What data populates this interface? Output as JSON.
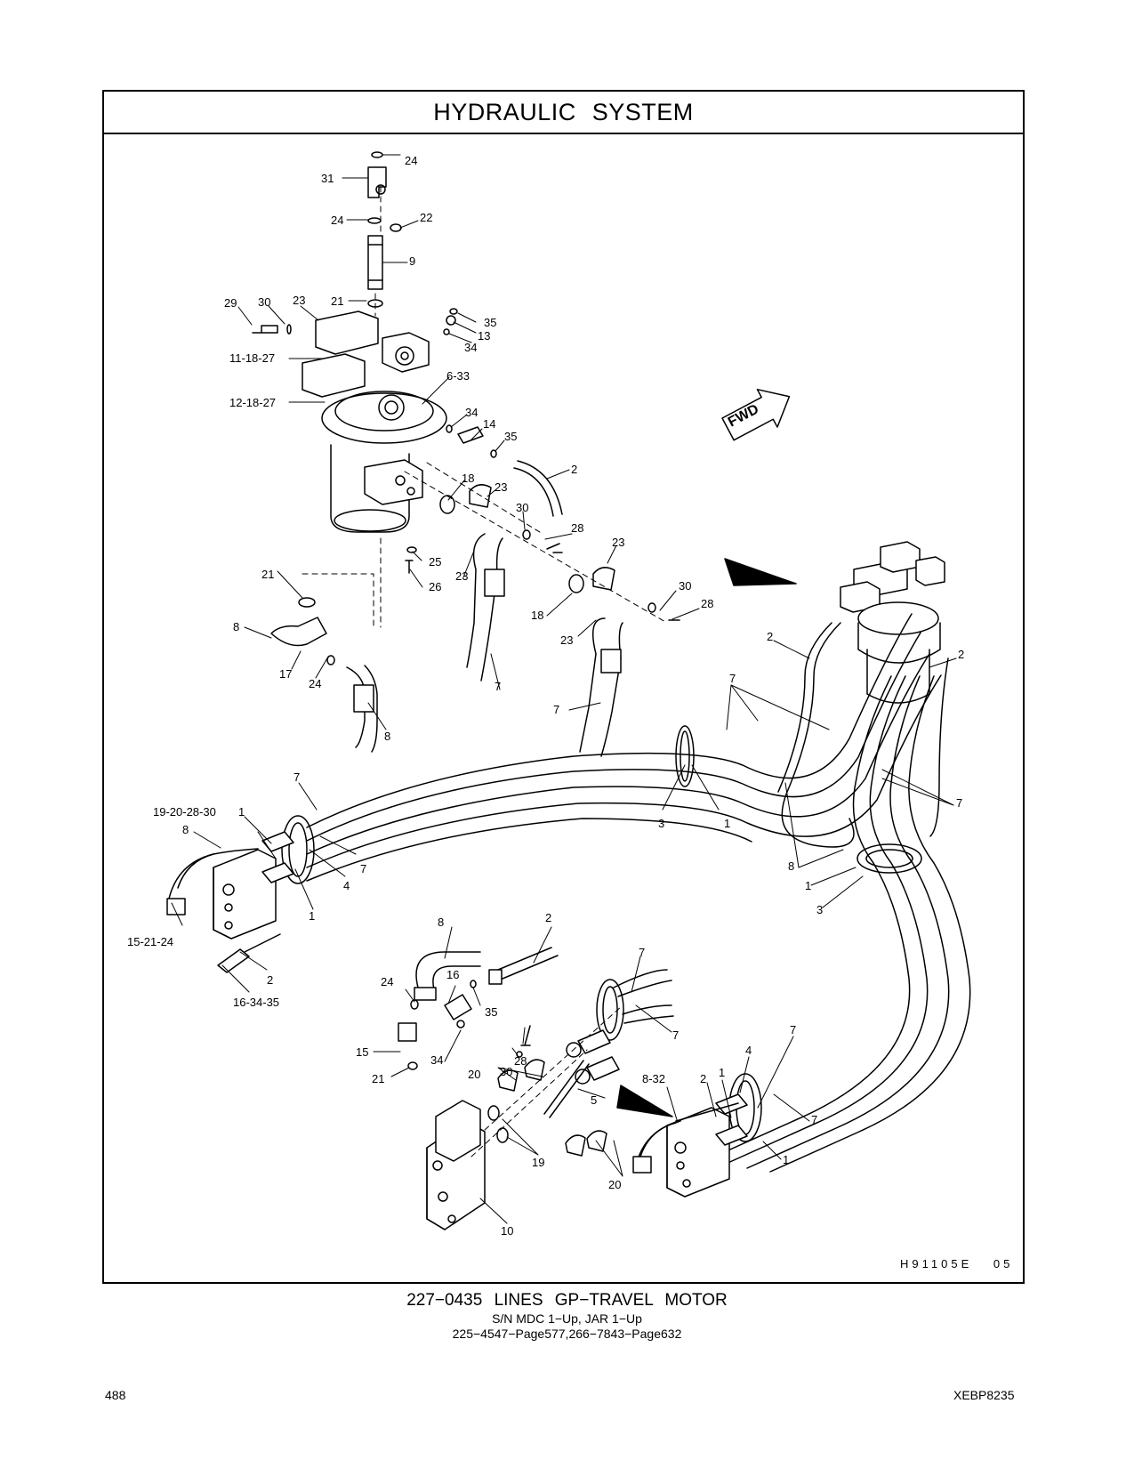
{
  "title": "HYDRAULIC SYSTEM",
  "drawing_code": "H91105E 05",
  "direction_label": "FWD",
  "caption": {
    "main": "227−0435 LINES GP−TRAVEL MOTOR",
    "sn": "S/N MDC 1−Up, JAR 1−Up",
    "ref": "225−4547−Page577,266−7843−Page632"
  },
  "footer": {
    "page": "488",
    "doc": "XEBP8235"
  },
  "callouts": [
    "24",
    "31",
    "24",
    "22",
    "9",
    "29",
    "30",
    "23",
    "21",
    "35",
    "13",
    "34",
    "11-18-27",
    "6-33",
    "12-18-27",
    "34",
    "14",
    "35",
    "2",
    "18",
    "23",
    "30",
    "28",
    "25",
    "26",
    "21",
    "23",
    "23",
    "30",
    "28",
    "18",
    "23",
    "8",
    "17",
    "24",
    "7",
    "8",
    "7",
    "2",
    "7",
    "2",
    "7",
    "19-20-28-30",
    "1",
    "8",
    "7",
    "7",
    "4",
    "1",
    "15-21-24",
    "2",
    "16-34-35",
    "3",
    "1",
    "8",
    "1",
    "3",
    "8",
    "2",
    "7",
    "24",
    "16",
    "35",
    "7",
    "15",
    "34",
    "28",
    "30",
    "21",
    "20",
    "5",
    "8-32",
    "2",
    "1",
    "4",
    "7",
    "7",
    "1",
    "19",
    "20",
    "10"
  ]
}
